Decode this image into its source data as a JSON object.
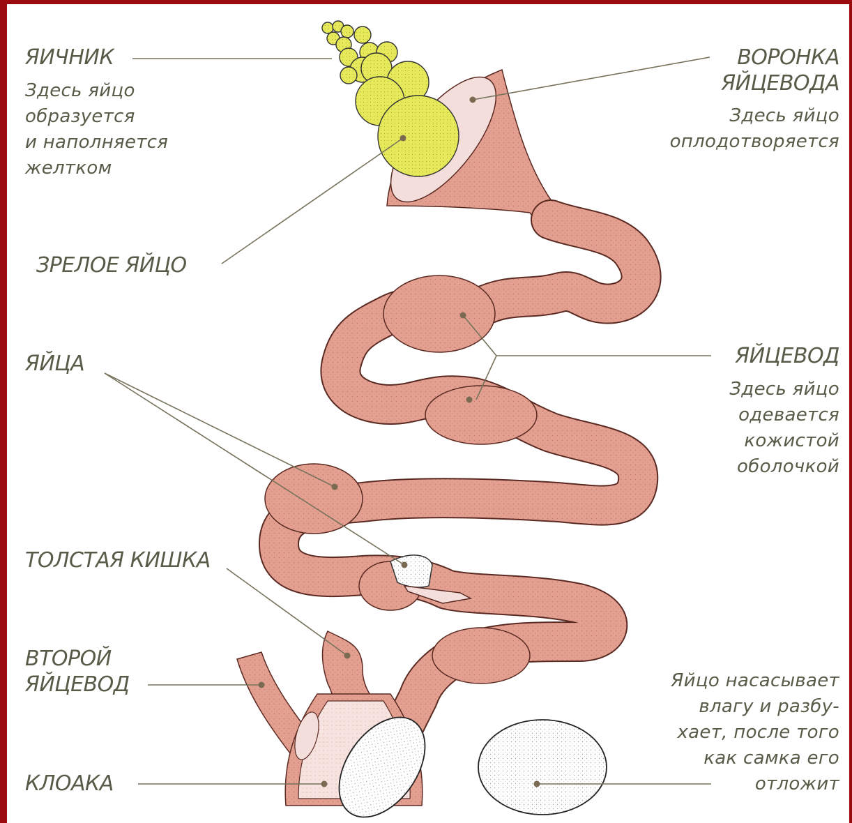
{
  "colors": {
    "frame": "#9b0b10",
    "oviduct": "#e3a091",
    "stipple": "#7a2f28",
    "yolk": "#e6ea5a",
    "egg": "#ffffff",
    "funnel_inner": "#f4dedb",
    "text": "#5a5a49",
    "leader_line": "#76725c",
    "marker_dot": "#7b6a52"
  },
  "labels": {
    "ovary": {
      "title": "ЯИЧНИК",
      "note": [
        "Здесь яйцо",
        "образуется",
        "и наполняется",
        "желтком"
      ]
    },
    "funnel": {
      "title": [
        "ВОРОНКА",
        "ЯЙЦЕВОДА"
      ],
      "note": [
        "Здесь яйцо",
        "оплодотворяется"
      ]
    },
    "mature_egg": {
      "title": "ЗРЕЛОЕ ЯЙЦО"
    },
    "eggs": {
      "title": "ЯЙЦА"
    },
    "oviduct": {
      "title": "ЯЙЦЕВОД",
      "note": [
        "Здесь яйцо",
        "одевается",
        "кожистой",
        "оболочкой"
      ]
    },
    "large_intestine": {
      "title": "ТОЛСТАЯ КИШКА"
    },
    "second_oviduct": {
      "title": [
        "ВТОРОЙ",
        "ЯЙЦЕВОД"
      ]
    },
    "cloaca": {
      "title": "КЛОАКА"
    },
    "laid_egg": {
      "note": [
        "Яйцо насасывает",
        "влагу и разбу-",
        "хает, после того",
        "как самка его",
        "отложит"
      ]
    }
  }
}
